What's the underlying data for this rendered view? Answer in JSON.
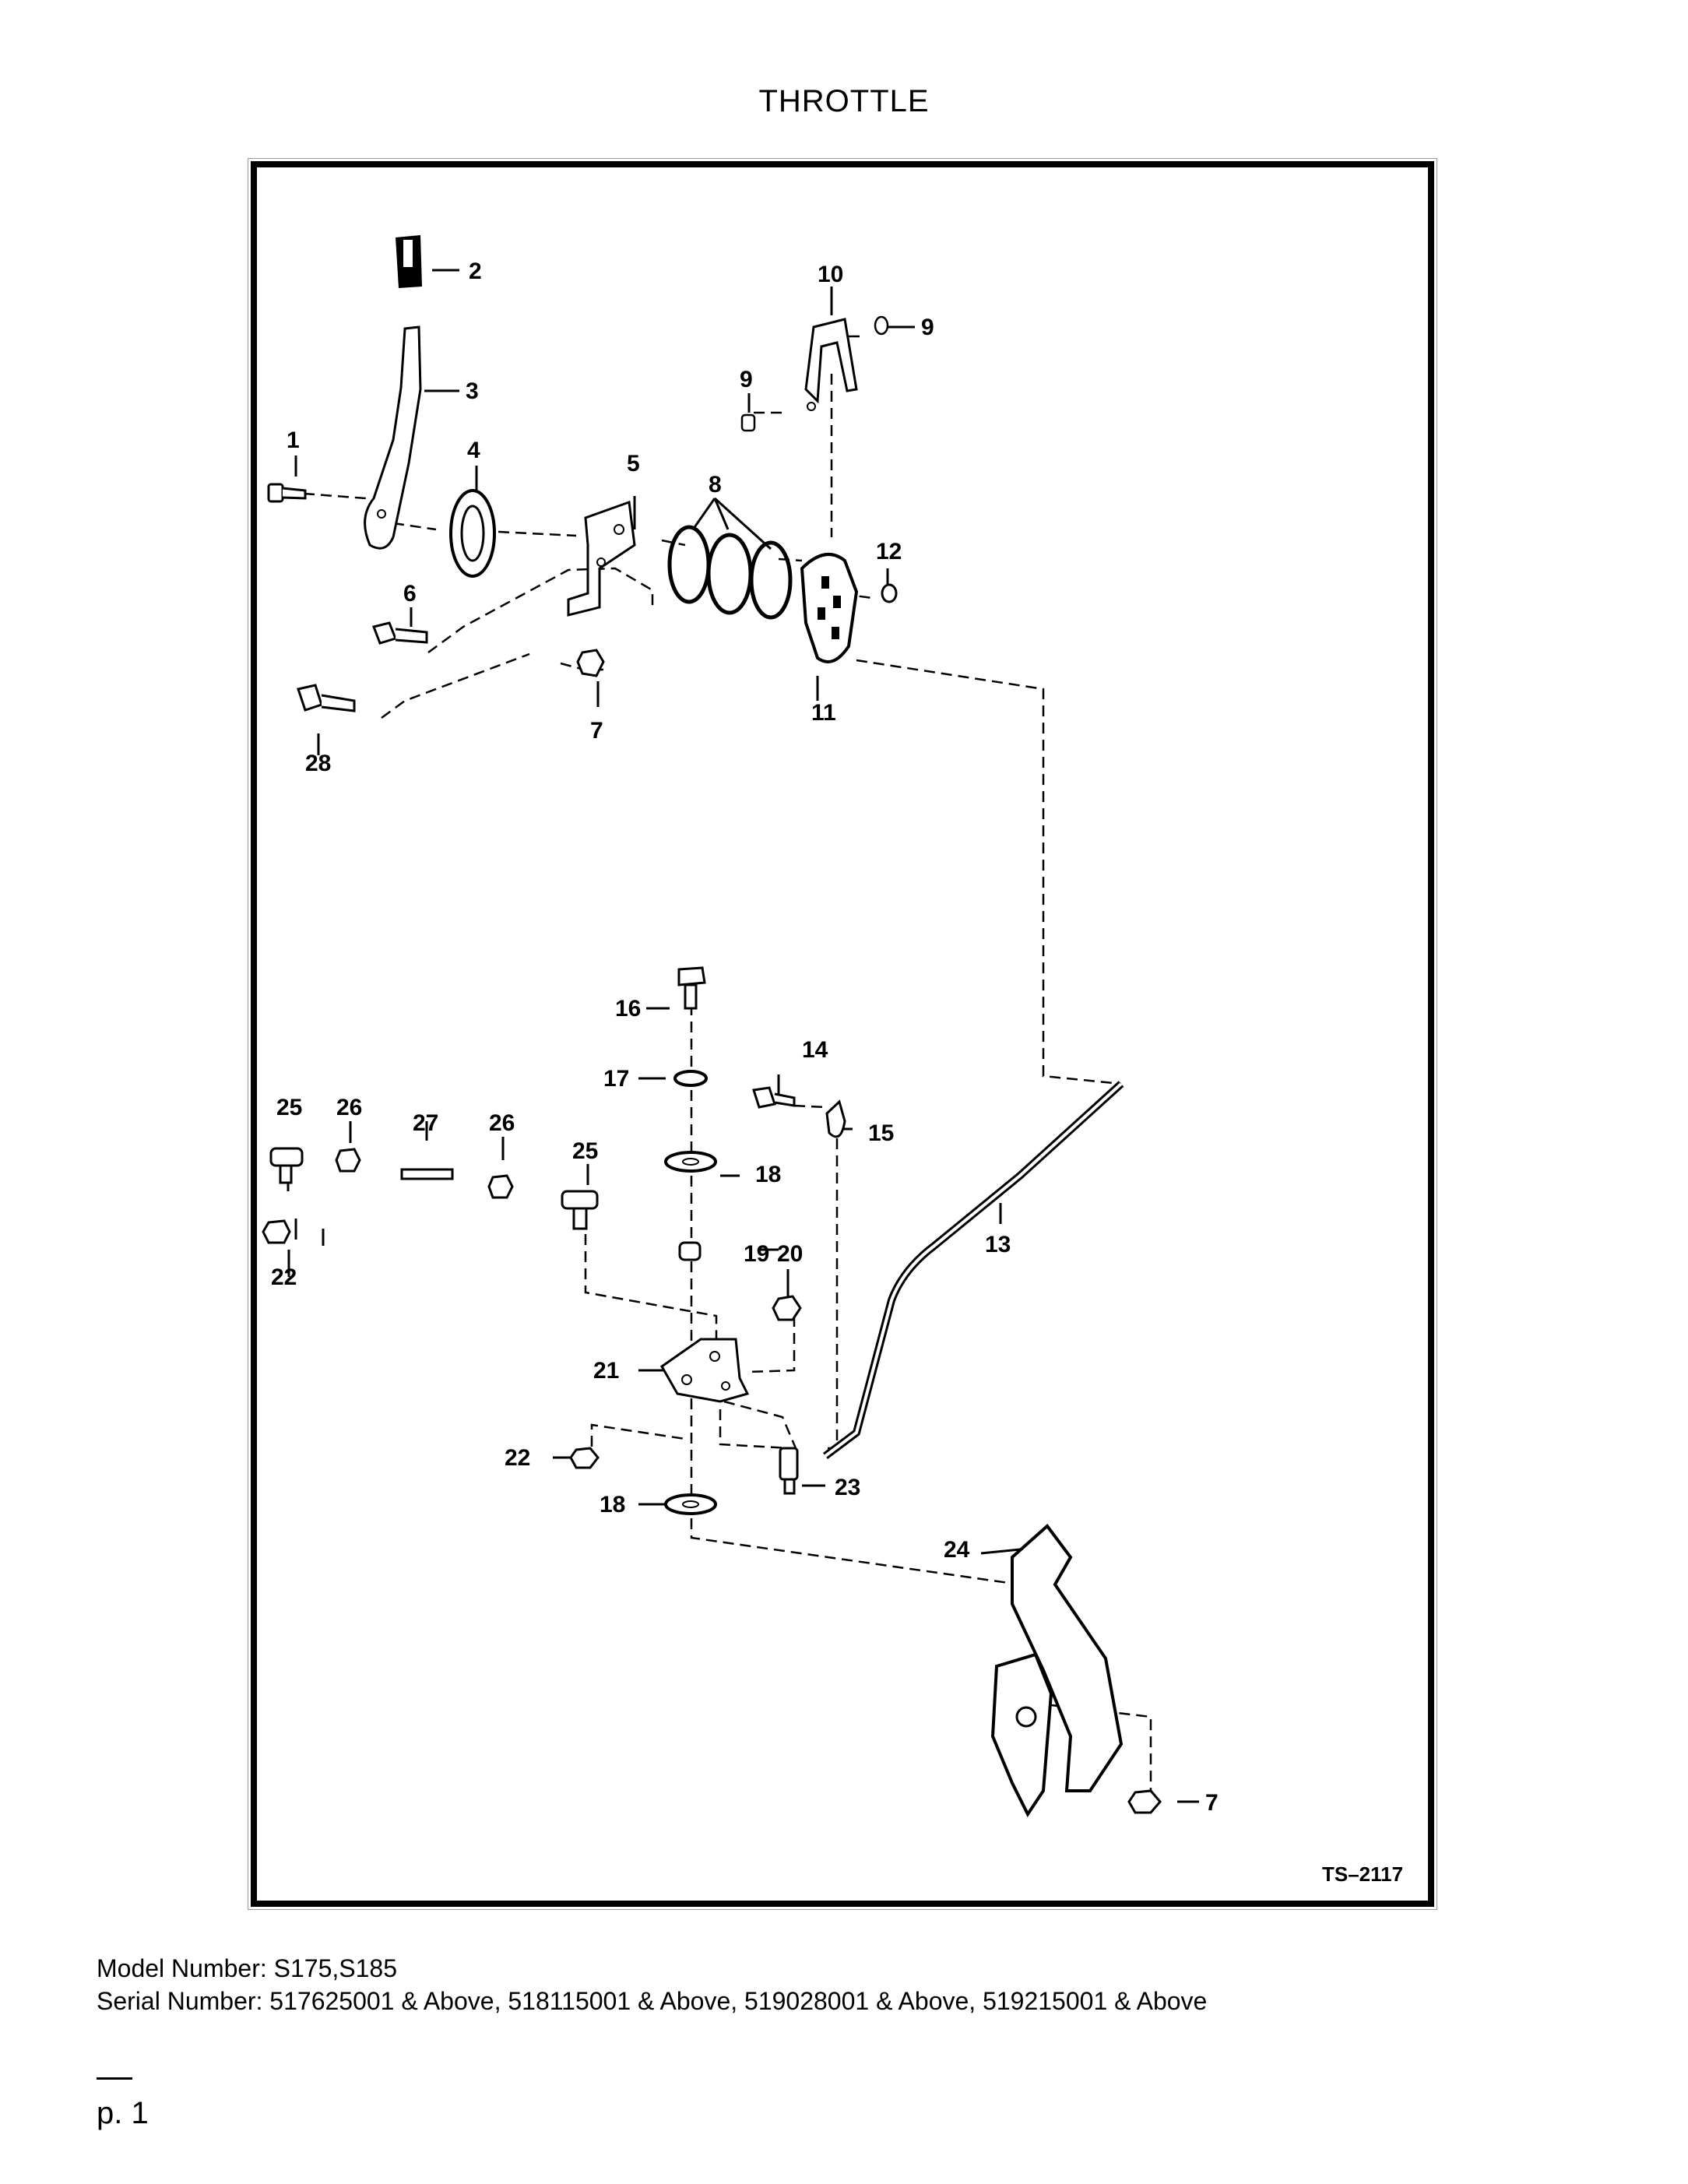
{
  "title": "THROTTLE",
  "drawing_code": "TS–2117",
  "model": "Model Number: S175,S185",
  "serial": "Serial Number: 517625001 & Above, 518115001 & Above, 519028001 & Above, 519215001 & Above",
  "page": "p. 1",
  "callouts": [
    "1",
    "2",
    "3",
    "4",
    "5",
    "6",
    "7",
    "8",
    "9",
    "10",
    "11",
    "12",
    "13",
    "14",
    "15",
    "16",
    "17",
    "18",
    "19",
    "20",
    "21",
    "22",
    "23",
    "24",
    "25",
    "26",
    "27",
    "28"
  ]
}
